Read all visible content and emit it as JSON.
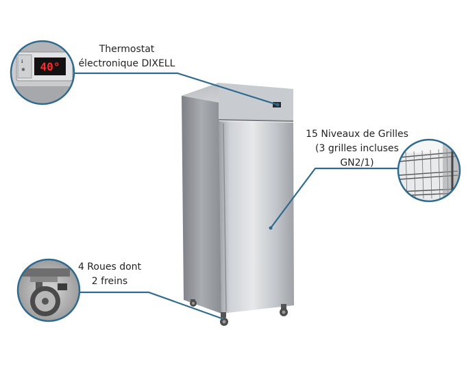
{
  "callouts": {
    "thermostat": "Thermostat\nélectronique DIXELL",
    "grilles": "15 Niveaux de Grilles\n(3 grilles incluses\nGN2/1)",
    "roues": "4 Roues dont\n2 freins"
  },
  "display_reading": "40°",
  "colors": {
    "callout_line": "#2e6a8f",
    "steel_light": "#d4d7db",
    "steel_dark": "#8d9096",
    "display_red": "#ff2a2a"
  }
}
